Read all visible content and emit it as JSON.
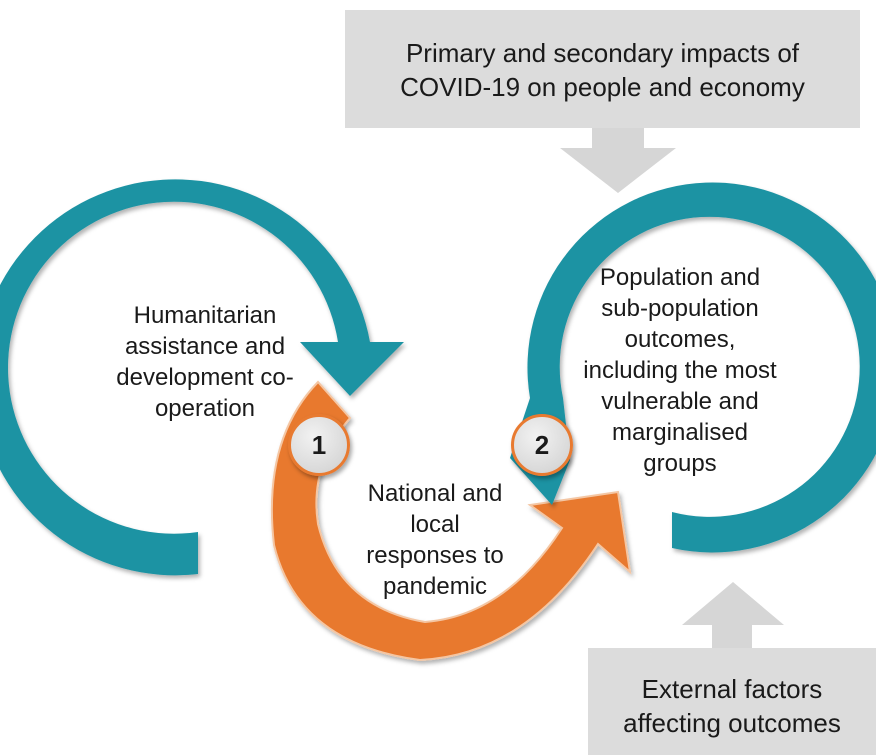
{
  "top_box": {
    "line1": "Primary and secondary impacts of",
    "line2": "COVID-19 on people and economy"
  },
  "bottom_box": {
    "line1": "External factors",
    "line2": "affecting outcomes"
  },
  "left_cycle": {
    "lines": [
      "Humanitarian",
      "assistance and",
      "development co-",
      "operation"
    ]
  },
  "right_cycle": {
    "lines": [
      "Population and",
      "sub-population",
      "outcomes,",
      "including the most",
      "vulnerable and",
      "marginalised",
      "groups"
    ]
  },
  "center_cycle": {
    "lines": [
      "National and",
      "local",
      "responses to",
      "pandemic"
    ]
  },
  "badges": {
    "one": "1",
    "two": "2"
  },
  "colors": {
    "teal": "#1f93a3",
    "orange": "#e8792f",
    "gray_box": "#dcdcdc",
    "gray_arrow": "#d6d6d6"
  }
}
